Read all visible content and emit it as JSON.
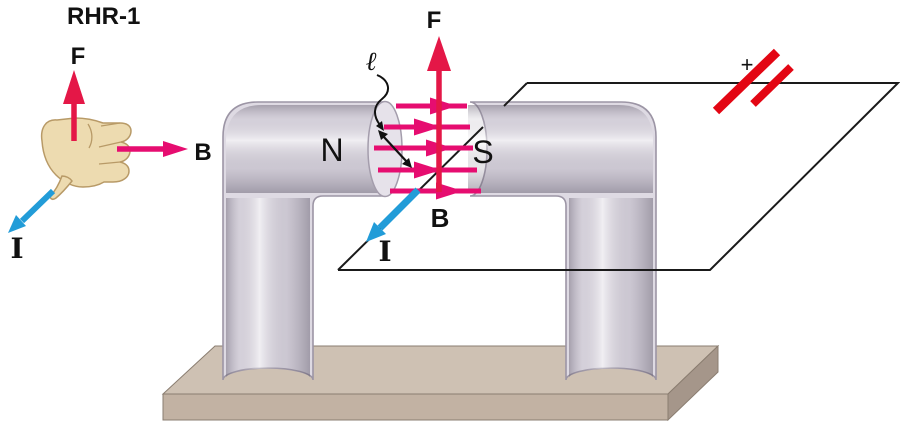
{
  "figure": {
    "inset": {
      "title": "RHR-1",
      "force": "F",
      "field": "B",
      "current": "I"
    },
    "magnet": {
      "north": "N",
      "south": "S"
    },
    "gap": {
      "force": "F",
      "field": "B",
      "current": "I",
      "length": "ℓ"
    },
    "battery": {
      "positive": "+"
    }
  },
  "colors": {
    "force_red": "#e41747",
    "field_pink": "#e60d70",
    "current_blue": "#229cd8",
    "battery_red": "#e30613",
    "hand_skin": "#eddbb0",
    "hand_outline": "#b89a67",
    "magnet_body": "#dedae3",
    "magnet_outline": "#9c95a5",
    "pole_face": "#e6e2ea",
    "base_top": "#cec1b3",
    "base_front": "#c2b2a3",
    "base_side": "#a5968a",
    "wire_black": "#1a1a1a"
  }
}
